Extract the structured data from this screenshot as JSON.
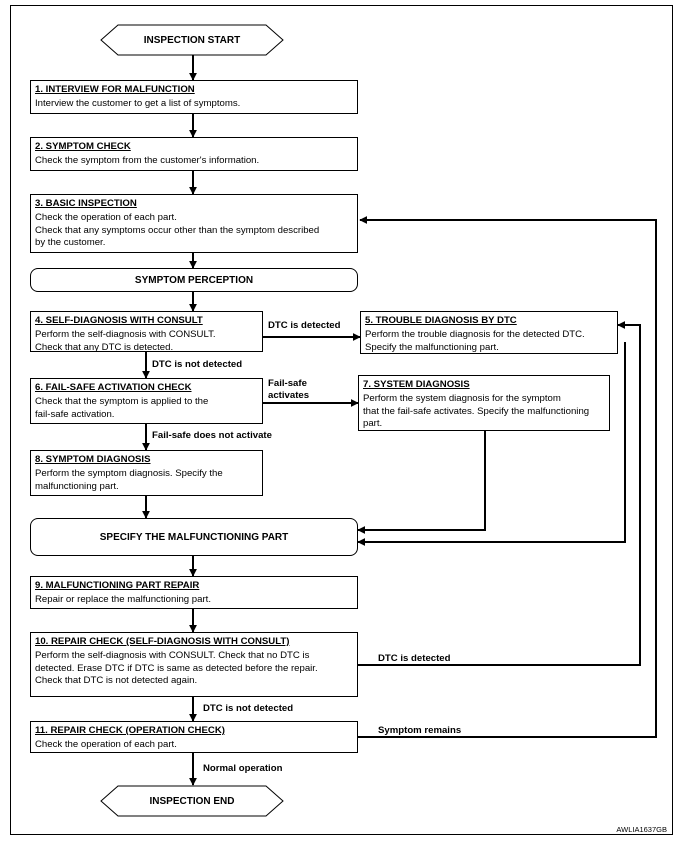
{
  "start_label": "INSPECTION START",
  "end_label": "INSPECTION END",
  "steps": {
    "s1": {
      "title": "1. INTERVIEW FOR MALFUNCTION",
      "desc": "Interview the customer to get a list of symptoms."
    },
    "s2": {
      "title": "2. SYMPTOM CHECK",
      "desc": "Check the symptom from the customer's information."
    },
    "s3": {
      "title": "3. BASIC INSPECTION",
      "desc1": "Check the operation of each part.",
      "desc2": "Check that any symptoms occur other than the symptom described",
      "desc3": "by the customer."
    },
    "s4": {
      "title": "4. SELF-DIAGNOSIS WITH CONSULT",
      "desc1": "Perform the self-diagnosis with CONSULT.",
      "desc2": "Check that any DTC is detected."
    },
    "s5": {
      "title": "5. TROUBLE DIAGNOSIS BY DTC",
      "desc1": "Perform the trouble diagnosis for the detected DTC.",
      "desc2": "Specify the malfunctioning part."
    },
    "s6": {
      "title": "6. FAIL-SAFE ACTIVATION CHECK",
      "desc1": "Check that the symptom is applied to the",
      "desc2": "fail-safe activation."
    },
    "s7": {
      "title": "7. SYSTEM DIAGNOSIS",
      "desc1": "Perform the system diagnosis for the symptom",
      "desc2": "that the fail-safe activates. Specify the malfunctioning",
      "desc3": "part."
    },
    "s8": {
      "title": "8. SYMPTOM DIAGNOSIS",
      "desc1": "Perform the symptom diagnosis. Specify the",
      "desc2": "malfunctioning part."
    },
    "s9": {
      "title": "9. MALFUNCTIONING PART REPAIR",
      "desc": "Repair or replace the malfunctioning part."
    },
    "s10": {
      "title": "10. REPAIR CHECK (SELF-DIAGNOSIS WITH CONSULT)",
      "desc1": "Perform the self-diagnosis with CONSULT. Check that no DTC is",
      "desc2": "detected. Erase DTC if DTC is same as detected before the repair.",
      "desc3": "Check that DTC is not detected again."
    },
    "s11": {
      "title": "11. REPAIR CHECK (OPERATION CHECK)",
      "desc": "Check the operation of each part."
    }
  },
  "symptom_perception": "SYMPTOM PERCEPTION",
  "specify_part": "SPECIFY THE MALFUNCTIONING PART",
  "labels": {
    "dtc_detected_4": "DTC is detected",
    "dtc_not_detected_4": "DTC is not detected",
    "failsafe_activates_1": "Fail-safe",
    "failsafe_activates_2": "activates",
    "failsafe_not_activate": "Fail-safe does not activate",
    "dtc_detected_10": "DTC is detected",
    "dtc_not_detected_10": "DTC is not detected",
    "symptom_remains": "Symptom remains",
    "normal_operation": "Normal operation"
  },
  "figure_code": "AWLIA1637GB"
}
